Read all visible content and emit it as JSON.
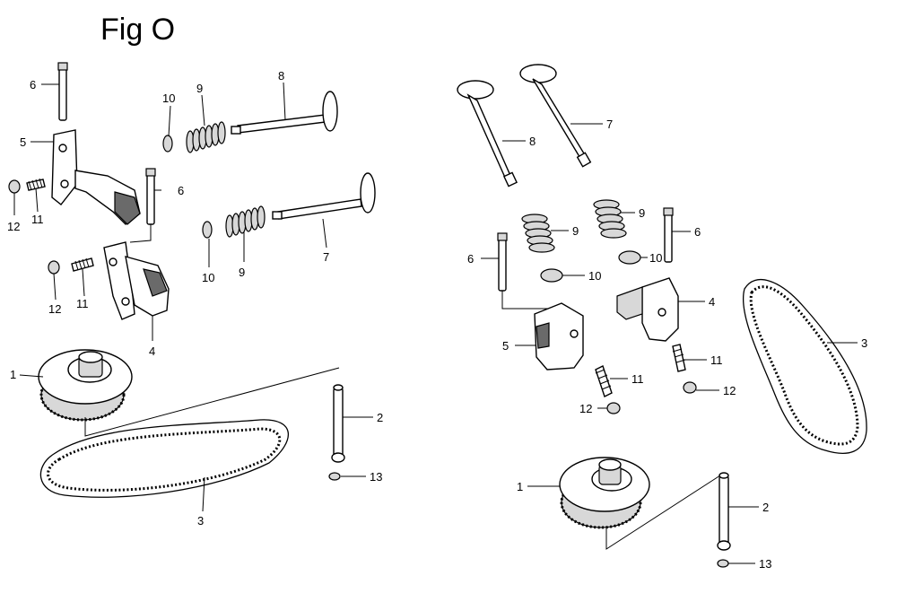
{
  "figure": {
    "title": "Fig O"
  },
  "left_callouts": [
    "6",
    "10",
    "9",
    "8",
    "5",
    "6",
    "12",
    "11",
    "10",
    "9",
    "7",
    "12",
    "11",
    "4",
    "1",
    "2",
    "3",
    "13"
  ],
  "right_callouts": [
    "8",
    "7",
    "9",
    "9",
    "6",
    "6",
    "10",
    "10",
    "4",
    "5",
    "11",
    "11",
    "12",
    "12",
    "3",
    "1",
    "2",
    "13"
  ]
}
